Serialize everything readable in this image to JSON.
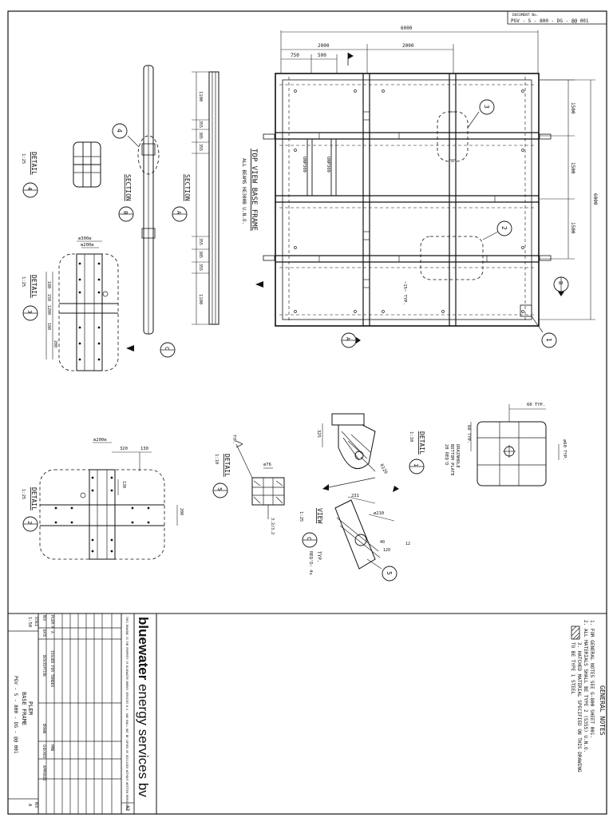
{
  "document_no": {
    "label": "DOCUMENT No.",
    "value": "PGV - S - 800 - DG - @@ 001"
  },
  "top_view": {
    "title": "TOP VIEW BASE FRAME",
    "subtitle": "ALL BEAMS HE300B U.N.O.",
    "dims": {
      "overall_width": "6000",
      "span_2000_a": "2000",
      "span_2000_b": "2000",
      "d750": "750",
      "d500": "500",
      "h1500_a": "1500",
      "h1500_b": "1500",
      "h1500_c": "1500",
      "overall_height": "6000"
    },
    "beam_labels": [
      "UNP300",
      "UNP300"
    ],
    "typ_note": "~15~ TYP.",
    "markers": {
      "m1": "1",
      "m2": "2",
      "m3": "3",
      "mA": "A",
      "mB": "B"
    }
  },
  "section_a": {
    "label": "SECTION",
    "marker": "A",
    "dims": [
      "1100",
      "355",
      "385",
      "355",
      "355",
      "385",
      "355",
      "1100"
    ]
  },
  "section_b": {
    "label": "SECTION",
    "marker": "B",
    "m4": "4",
    "mC": "C"
  },
  "detail_4": {
    "label": "DETAIL",
    "marker": "4",
    "scale": "1:25"
  },
  "detail_3": {
    "label": "DETAIL",
    "marker": "3",
    "scale": "1:25",
    "dims": [
      "≡300≡",
      "≡200≡",
      "180",
      "150",
      "1200",
      "180",
      "200"
    ]
  },
  "detail_2": {
    "label": "DETAIL",
    "marker": "2",
    "scale": "1:25",
    "dims": [
      "≡200≡",
      "320",
      "130",
      "130",
      "200"
    ]
  },
  "detail_5": {
    "label": "DETAIL",
    "marker": "5",
    "scale": "1:10",
    "dims": [
      "ø76",
      "TYP.",
      "3.2/3.2"
    ]
  },
  "view_c": {
    "label": "VIEW",
    "marker": "C",
    "typ": "TYP.",
    "qty": "REQ'D: 4x",
    "scale": "1:25",
    "dims": [
      "325",
      "R120",
      "231",
      "ø210",
      "40",
      "120",
      "12"
    ],
    "m5": "5"
  },
  "detail_1": {
    "label": "DETAIL",
    "marker": "1",
    "scale": "1:10",
    "notes": [
      "DRAINHOLE",
      "BOTTOM PLATE",
      "28 REQ'D"
    ],
    "dims": [
      "60 TYP.",
      "60 TYP.",
      "ø60 TYP."
    ]
  },
  "general_notes": {
    "title": "GENERAL NOTES",
    "items": [
      "1.  FOR GENERAL NOTES SEE G-800 SHEET 001.",
      "2.  ALL MATERIALS SHALL BE TYPE 2 (S355) U.N.O.",
      "3.  HATCHED MATERIAL SPECIFIED ON THIS DRAWING",
      "TO BE TYPE 1 STEEL"
    ]
  },
  "title_block": {
    "logo_bold": "bluewater",
    "logo_light": " energy services bv",
    "size": "A3",
    "rev": "A",
    "rev_code": "PLEM-A",
    "issued_for": "ISSUED FOR TENDER",
    "drawn": "MMB",
    "drawing_title_1": "PLEM",
    "drawing_title_2": "BASE FRAME",
    "drawing_no": "PGV - S - 800 - DG - @@ 001",
    "scale_label": "SCALE",
    "scale_value": "1:50",
    "rev_label": "REV",
    "rev_value": "A",
    "col_headers": [
      "REV",
      "DATE",
      "DESCRIPTION",
      "DRAWN",
      "CHECKED",
      "APPROVED"
    ],
    "disclaimer": "THIS DRAWING IS THE PROPERTY OF BLUEWATER ENERGY SERVICES B.V. AND SHALL NOT BE COPIED OR DISCLOSED WITHOUT WRITTEN PERMISSION"
  }
}
